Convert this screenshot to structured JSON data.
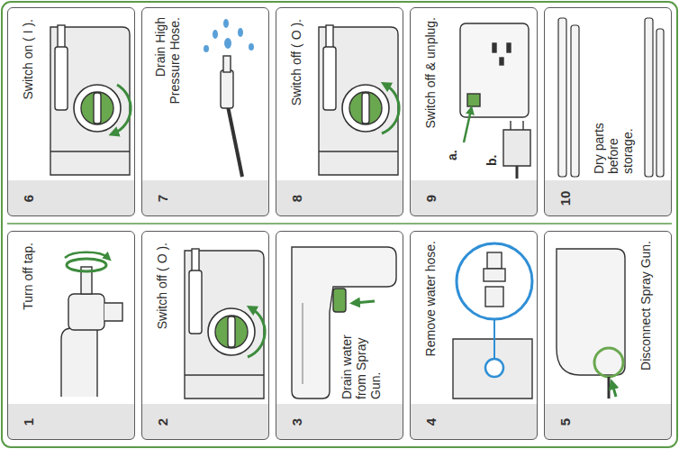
{
  "diagram": {
    "nodes": [
      {
        "text": [
          "Turn off tap.",
          "1"
        ]
      },
      {
        "text": [
          "Switch off ( O ).",
          "2"
        ]
      },
      {
        "text": [
          "Drain water from Spray Gun.",
          "3"
        ]
      },
      {
        "text": [
          "Remove water hose.",
          "4"
        ]
      },
      {
        "text": [
          "Disconnect Spray Gun.",
          "5"
        ]
      },
      {
        "text": [
          "Switch on ( I ).",
          "6"
        ]
      },
      {
        "text": [
          "Drain High Pressure Hose.",
          "7"
        ]
      },
      {
        "text": [
          "Switch off ( O ).",
          "8"
        ]
      },
      {
        "text": [
          "Switch off & unplug.",
          "9"
        ]
      },
      {
        "text": [
          "Dry parts before storage.",
          "10"
        ]
      }
    ],
    "labels": [
      "a.",
      "b."
    ]
  }
}
